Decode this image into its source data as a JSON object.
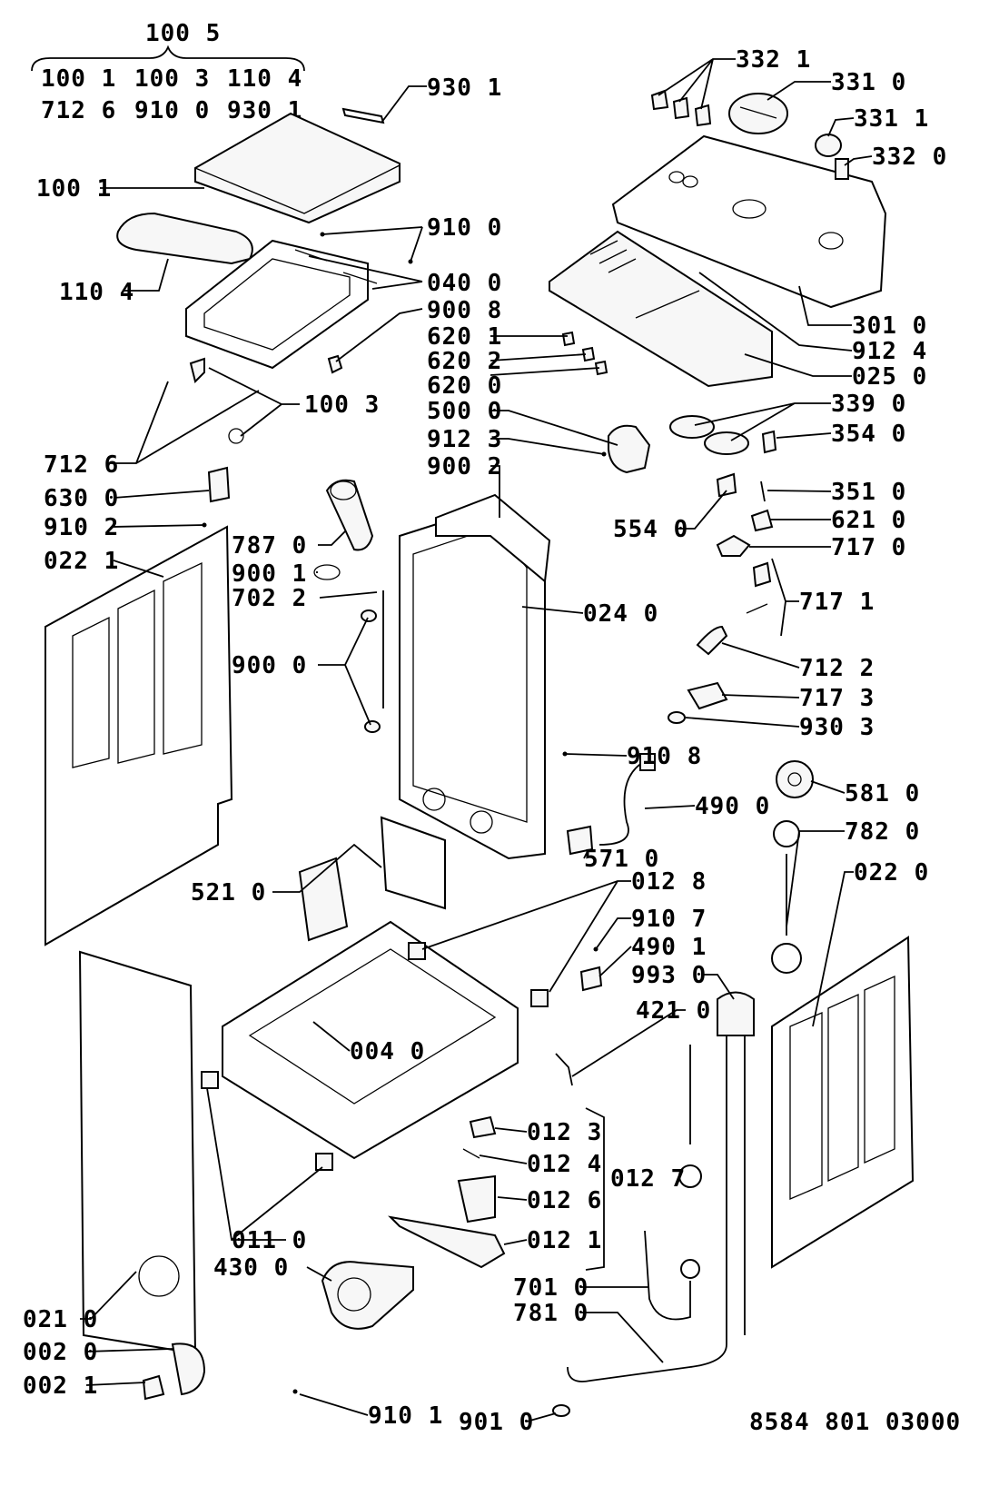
{
  "header": {
    "group_label": "100 5",
    "group_rows": [
      [
        "100 1",
        "100 3",
        "110 4"
      ],
      [
        "712 6",
        "910 0",
        "930 1"
      ]
    ]
  },
  "drawing_number": "8584 801 03000",
  "callouts": [
    "930 1",
    "100 1",
    "110 4",
    "910 0",
    "040 0",
    "900 8",
    "100 3",
    "712 6",
    "630 0",
    "910 2",
    "022 1",
    "787 0",
    "900 1",
    "702 2",
    "900 0",
    "521 0",
    "332 1",
    "331 0",
    "331 1",
    "332 0",
    "301 0",
    "912 4",
    "025 0",
    "620 1",
    "620 2",
    "620 0",
    "500 0",
    "912 3",
    "900 2",
    "339 0",
    "354 0",
    "554 0",
    "351 0",
    "621 0",
    "717 0",
    "717 1",
    "024 0",
    "712 2",
    "717 3",
    "930 3",
    "910 8",
    "581 0",
    "490 0",
    "782 0",
    "571 0",
    "022 0",
    "012 8",
    "910 7",
    "490 1",
    "993 0",
    "004 0",
    "421 0",
    "012 3",
    "012 4",
    "012 7",
    "012 6",
    "012 1",
    "011 0",
    "430 0",
    "701 0",
    "781 0",
    "021 0",
    "002 0",
    "002 1",
    "910 1",
    "901 0"
  ]
}
